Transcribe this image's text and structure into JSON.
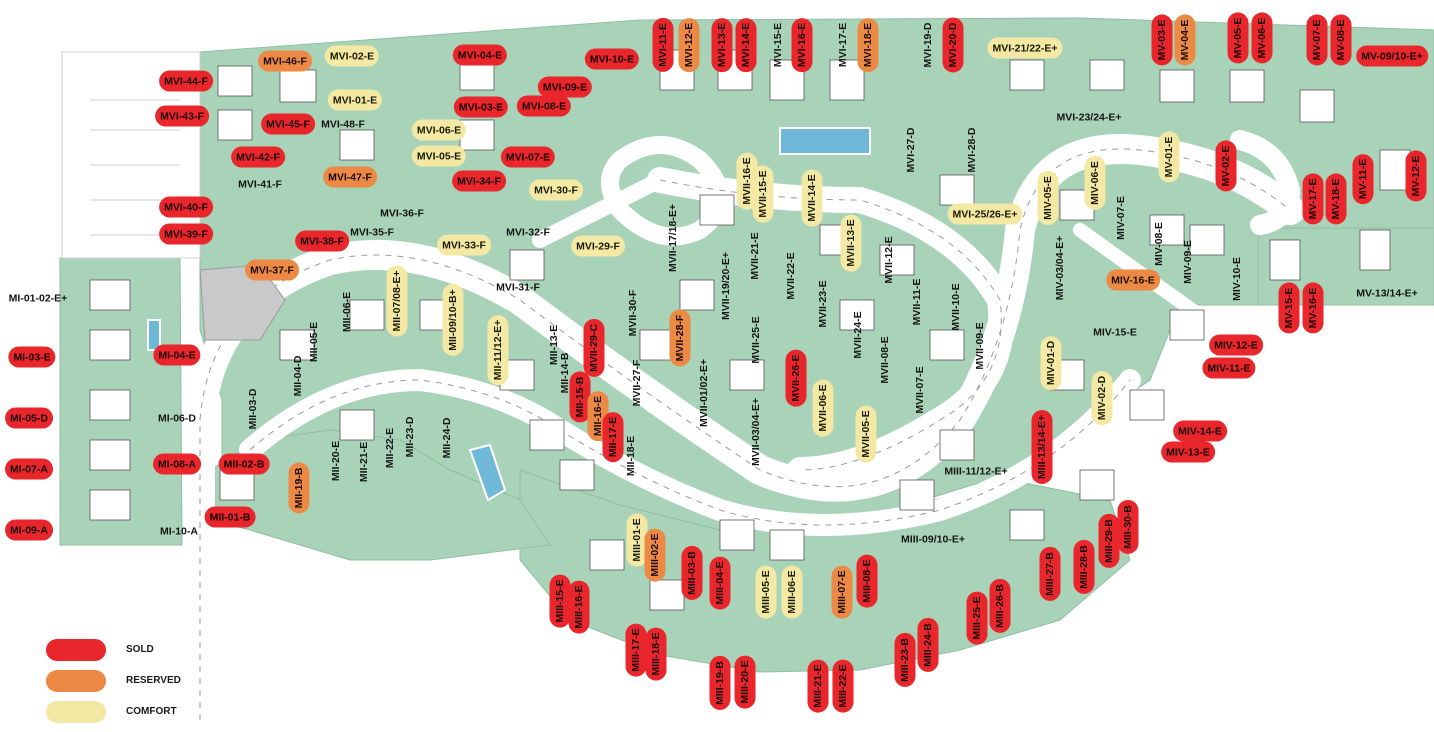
{
  "colors": {
    "sold": "#e8262b",
    "reserved": "#ec8a45",
    "comfort": "#f3e9a4",
    "green": "#a9d3b8",
    "road": "#ffffff"
  },
  "legend": [
    {
      "key": "sold",
      "label": "SOLD"
    },
    {
      "key": "reserved",
      "label": "RESERVED"
    },
    {
      "key": "comfort",
      "label": "COMFORT"
    }
  ],
  "units": [
    {
      "id": "MVI-44-F",
      "status": "sold"
    },
    {
      "id": "MVI-43-F",
      "status": "sold"
    },
    {
      "id": "MVI-42-F",
      "status": "sold"
    },
    {
      "id": "MVI-41-F",
      "status": "available"
    },
    {
      "id": "MVI-40-F",
      "status": "sold"
    },
    {
      "id": "MVI-39-F",
      "status": "sold"
    },
    {
      "id": "MVI-46-F",
      "status": "reserved"
    },
    {
      "id": "MVI-45-F",
      "status": "sold"
    },
    {
      "id": "MVI-48-F",
      "status": "available"
    },
    {
      "id": "MVI-47-F",
      "status": "reserved"
    },
    {
      "id": "MVI-02-E",
      "status": "comfort"
    },
    {
      "id": "MVI-01-E",
      "status": "comfort"
    },
    {
      "id": "MVI-06-E",
      "status": "comfort"
    },
    {
      "id": "MVI-05-E",
      "status": "comfort"
    },
    {
      "id": "MVI-04-E",
      "status": "sold"
    },
    {
      "id": "MVI-03-E",
      "status": "sold"
    },
    {
      "id": "MVI-07-E",
      "status": "sold"
    },
    {
      "id": "MVI-34-F",
      "status": "sold"
    },
    {
      "id": "MVI-08-E",
      "status": "sold"
    },
    {
      "id": "MVI-09-E",
      "status": "sold"
    },
    {
      "id": "MVI-10-E",
      "status": "sold"
    },
    {
      "id": "MVI-38-F",
      "status": "sold"
    },
    {
      "id": "MVI-37-F",
      "status": "reserved"
    },
    {
      "id": "MVI-36-F",
      "status": "available"
    },
    {
      "id": "MVI-35-F",
      "status": "available"
    },
    {
      "id": "MVI-33-F",
      "status": "comfort"
    },
    {
      "id": "MVI-32-F",
      "status": "available"
    },
    {
      "id": "MVI-31-F",
      "status": "available"
    },
    {
      "id": "MVI-30-F",
      "status": "comfort"
    },
    {
      "id": "MVI-29-F",
      "status": "comfort"
    },
    {
      "id": "MVI-11-E",
      "status": "sold"
    },
    {
      "id": "MVI-12-E",
      "status": "reserved"
    },
    {
      "id": "MVI-13-E",
      "status": "sold"
    },
    {
      "id": "MVI-14-E",
      "status": "sold"
    },
    {
      "id": "MVI-15-E",
      "status": "available"
    },
    {
      "id": "MVI-16-E",
      "status": "sold"
    },
    {
      "id": "MVI-17-E",
      "status": "available"
    },
    {
      "id": "MVI-18-E",
      "status": "reserved"
    },
    {
      "id": "MVI-19-D",
      "status": "available"
    },
    {
      "id": "MVI-20-D",
      "status": "sold"
    },
    {
      "id": "MVI-21/22-E+",
      "status": "comfort"
    },
    {
      "id": "MVI-23/24-E+",
      "status": "available"
    },
    {
      "id": "MVI-27-D",
      "status": "available"
    },
    {
      "id": "MVI-28-D",
      "status": "available"
    },
    {
      "id": "MVI-25/26-E+",
      "status": "comfort"
    },
    {
      "id": "MV-03-E",
      "status": "sold"
    },
    {
      "id": "MV-04-E",
      "status": "reserved"
    },
    {
      "id": "MV-05-E",
      "status": "sold"
    },
    {
      "id": "MV-06-E",
      "status": "sold"
    },
    {
      "id": "MV-07-E",
      "status": "sold"
    },
    {
      "id": "MV-08-E",
      "status": "sold"
    },
    {
      "id": "MV-09/10-E+",
      "status": "sold"
    },
    {
      "id": "MV-01-E",
      "status": "comfort"
    },
    {
      "id": "MV-02-E",
      "status": "sold"
    },
    {
      "id": "MV-17-E",
      "status": "sold"
    },
    {
      "id": "MV-18-E",
      "status": "sold"
    },
    {
      "id": "MV-11-E",
      "status": "sold"
    },
    {
      "id": "MV-12-E",
      "status": "sold"
    },
    {
      "id": "MV-15-E",
      "status": "sold"
    },
    {
      "id": "MV-16-E",
      "status": "sold"
    },
    {
      "id": "MV-13/14-E+",
      "status": "available"
    },
    {
      "id": "MVII-16-E",
      "status": "comfort"
    },
    {
      "id": "MVII-15-E",
      "status": "comfort"
    },
    {
      "id": "MVII-14-E",
      "status": "comfort"
    },
    {
      "id": "MVII-13-E",
      "status": "comfort"
    },
    {
      "id": "MVII-17/18-E+",
      "status": "available"
    },
    {
      "id": "MVII-21-E",
      "status": "available"
    },
    {
      "id": "MVII-22-E",
      "status": "available"
    },
    {
      "id": "MVII-12-E",
      "status": "available"
    },
    {
      "id": "MVII-11-E",
      "status": "available"
    },
    {
      "id": "MVII-19/20-E+",
      "status": "available"
    },
    {
      "id": "MVII-23-E",
      "status": "available"
    },
    {
      "id": "MVII-24-E",
      "status": "available"
    },
    {
      "id": "MVII-10-E",
      "status": "available"
    },
    {
      "id": "MVII-09-E",
      "status": "available"
    },
    {
      "id": "MVII-30-F",
      "status": "available"
    },
    {
      "id": "MVII-25-E",
      "status": "available"
    },
    {
      "id": "MVII-08-E",
      "status": "available"
    },
    {
      "id": "MVII-07-E",
      "status": "available"
    },
    {
      "id": "MVII-29-C",
      "status": "sold"
    },
    {
      "id": "MVII-28-F",
      "status": "reserved"
    },
    {
      "id": "MVII-27-F",
      "status": "available"
    },
    {
      "id": "MVII-26-E",
      "status": "sold"
    },
    {
      "id": "MVII-06-E",
      "status": "comfort"
    },
    {
      "id": "MVII-05-E",
      "status": "comfort"
    },
    {
      "id": "MVII-01/02-E+",
      "status": "available"
    },
    {
      "id": "MVII-03/04-E+",
      "status": "available"
    },
    {
      "id": "MIV-05-E",
      "status": "comfort"
    },
    {
      "id": "MIV-06-E",
      "status": "comfort"
    },
    {
      "id": "MIV-07-E",
      "status": "available"
    },
    {
      "id": "MIV-08-E",
      "status": "available"
    },
    {
      "id": "MIV-09-E",
      "status": "available"
    },
    {
      "id": "MIV-10-E",
      "status": "available"
    },
    {
      "id": "MIV-03/04-E+",
      "status": "available"
    },
    {
      "id": "MIV-16-E",
      "status": "reserved"
    },
    {
      "id": "MIV-15-E",
      "status": "available"
    },
    {
      "id": "MIV-12-E",
      "status": "sold"
    },
    {
      "id": "MIV-11-E",
      "status": "sold"
    },
    {
      "id": "MIV-01-D",
      "status": "comfort"
    },
    {
      "id": "MIV-02-D",
      "status": "comfort"
    },
    {
      "id": "MIV-14-E",
      "status": "sold"
    },
    {
      "id": "MIV-13-E",
      "status": "sold"
    },
    {
      "id": "MI-01-02-E+",
      "status": "available"
    },
    {
      "id": "MI-03-E",
      "status": "sold"
    },
    {
      "id": "MI-04-E",
      "status": "sold"
    },
    {
      "id": "MI-05-D",
      "status": "sold"
    },
    {
      "id": "MI-06-D",
      "status": "available"
    },
    {
      "id": "MI-07-A",
      "status": "sold"
    },
    {
      "id": "MI-08-A",
      "status": "sold"
    },
    {
      "id": "MI-09-A",
      "status": "sold"
    },
    {
      "id": "MI-10-A",
      "status": "available"
    },
    {
      "id": "MII-05-E",
      "status": "available"
    },
    {
      "id": "MII-06-E",
      "status": "available"
    },
    {
      "id": "MII-07/08-E+",
      "status": "comfort"
    },
    {
      "id": "MII-09/10-B+",
      "status": "comfort"
    },
    {
      "id": "MII-11/12-E+",
      "status": "comfort"
    },
    {
      "id": "MII-13-E",
      "status": "available"
    },
    {
      "id": "MII-14-B",
      "status": "available"
    },
    {
      "id": "MII-04-D",
      "status": "available"
    },
    {
      "id": "MII-03-D",
      "status": "available"
    },
    {
      "id": "MII-15-B",
      "status": "sold"
    },
    {
      "id": "MII-16-E",
      "status": "reserved"
    },
    {
      "id": "MII-17-E",
      "status": "sold"
    },
    {
      "id": "MII-18-E",
      "status": "available"
    },
    {
      "id": "MII-02-B",
      "status": "sold"
    },
    {
      "id": "MII-01-B",
      "status": "sold"
    },
    {
      "id": "MII-19-B",
      "status": "reserved"
    },
    {
      "id": "MII-20-E",
      "status": "available"
    },
    {
      "id": "MII-21-E",
      "status": "available"
    },
    {
      "id": "MII-22-E",
      "status": "available"
    },
    {
      "id": "MII-23-D",
      "status": "available"
    },
    {
      "id": "MII-24-D",
      "status": "available"
    },
    {
      "id": "MIII-13/14-E+",
      "status": "sold"
    },
    {
      "id": "MIII-11/12-E+",
      "status": "available"
    },
    {
      "id": "MIII-09/10-E+",
      "status": "available"
    },
    {
      "id": "MIII-30-B",
      "status": "sold"
    },
    {
      "id": "MIII-29-B",
      "status": "sold"
    },
    {
      "id": "MIII-28-B",
      "status": "sold"
    },
    {
      "id": "MIII-27-B",
      "status": "sold"
    },
    {
      "id": "MIII-26-B",
      "status": "sold"
    },
    {
      "id": "MIII-25-E",
      "status": "sold"
    },
    {
      "id": "MIII-24-B",
      "status": "sold"
    },
    {
      "id": "MIII-23-B",
      "status": "sold"
    },
    {
      "id": "MIII-22-E",
      "status": "sold"
    },
    {
      "id": "MIII-21-E",
      "status": "sold"
    },
    {
      "id": "MIII-20-E",
      "status": "sold"
    },
    {
      "id": "MIII-19-B",
      "status": "sold"
    },
    {
      "id": "MIII-18-E",
      "status": "sold"
    },
    {
      "id": "MIII-17-E",
      "status": "sold"
    },
    {
      "id": "MIII-16-E",
      "status": "sold"
    },
    {
      "id": "MIII-15-E",
      "status": "sold"
    },
    {
      "id": "MIII-01-E",
      "status": "comfort"
    },
    {
      "id": "MIII-02-E",
      "status": "reserved"
    },
    {
      "id": "MIII-03-B",
      "status": "sold"
    },
    {
      "id": "MIII-04-E",
      "status": "sold"
    },
    {
      "id": "MIII-05-E",
      "status": "comfort"
    },
    {
      "id": "MIII-06-E",
      "status": "comfort"
    },
    {
      "id": "MIII-07-E",
      "status": "reserved"
    },
    {
      "id": "MIII-08-E",
      "status": "sold"
    }
  ]
}
